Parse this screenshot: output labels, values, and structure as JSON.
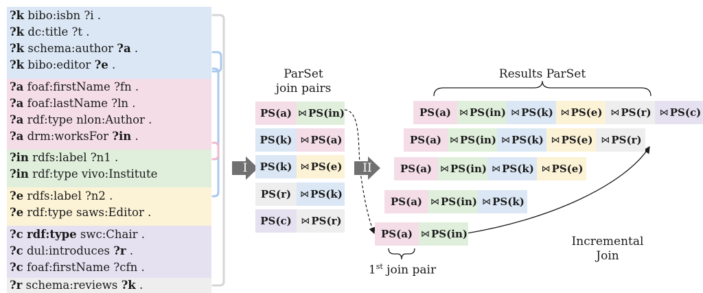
{
  "colors": {
    "k": "#dbe7f5",
    "a": "#f4dde7",
    "in": "#e0efdc",
    "e": "#fcf2d6",
    "c": "#e6e1f1",
    "r": "#eeeeee",
    "bracket_blue": "#a9c8ee",
    "bracket_pink": "#f0b8cc",
    "bracket_gray": "#d6d6d6",
    "arrow_gray": "#707070"
  },
  "triple_patterns": [
    {
      "group": "k",
      "subject": "?k",
      "rest": " bibo:isbn ?i ."
    },
    {
      "group": "k",
      "subject": "?k",
      "rest": " dc:title ?t ."
    },
    {
      "group": "k",
      "subject": "?k",
      "rest": " schema:author ",
      "obj": "?a",
      "tail": " ."
    },
    {
      "group": "k",
      "subject": "?k",
      "rest": " bibo:editor ",
      "obj": "?e",
      "tail": " ."
    },
    {
      "group": "a",
      "subject": "?a",
      "rest": " foaf:firstName ?fn ."
    },
    {
      "group": "a",
      "subject": "?a",
      "rest": " foaf:lastName ?ln ."
    },
    {
      "group": "a",
      "subject": "?a",
      "rest": " rdf:type nlon:Author ."
    },
    {
      "group": "a",
      "subject": "?a",
      "rest": " drm:worksFor ",
      "obj": "?in",
      "tail": " ."
    },
    {
      "group": "in",
      "subject": "?in",
      "rest": " rdfs:label ?n1 ."
    },
    {
      "group": "in",
      "subject": "?in",
      "rest": " rdf:type vivo:Institute"
    },
    {
      "group": "e",
      "subject": "?e",
      "rest": " rdfs:label ?n2 ."
    },
    {
      "group": "e",
      "subject": "?e",
      "rest": " rdf:type saws:Editor ."
    },
    {
      "group": "c",
      "subject": "?c",
      "rest": " ",
      "pred": "rdf:type",
      "rest2": " swc:Chair ."
    },
    {
      "group": "c",
      "subject": "?c",
      "rest": " dul:introduces ",
      "obj": "?r",
      "tail": " ."
    },
    {
      "group": "c",
      "subject": "?c",
      "rest": " foaf:firstName ?cfn ."
    },
    {
      "group": "r",
      "subject": "?r",
      "rest": " schema:reviews ",
      "obj": "?k",
      "tail": " ."
    }
  ],
  "stage_labels": [
    "I",
    "II"
  ],
  "parset_title": [
    "ParSet",
    "join pairs"
  ],
  "join_op": "⋈",
  "join_pairs": [
    [
      "PS(a)",
      "PS(in)"
    ],
    [
      "PS(k)",
      "PS(a)"
    ],
    [
      "PS(k)",
      "PS(e)"
    ],
    [
      "PS(r)",
      "PS(k)"
    ],
    [
      "PS(c)",
      "PS(r)"
    ]
  ],
  "results_title": "Results ParSet",
  "result_rows": [
    [
      "PS(a)",
      "PS(in)"
    ],
    [
      "PS(a)",
      "PS(in)",
      "PS(k)"
    ],
    [
      "PS(a)",
      "PS(in)",
      "PS(k)",
      "PS(e)"
    ],
    [
      "PS(a)",
      "PS(in)",
      "PS(k)",
      "PS(e)",
      "PS(r)"
    ],
    [
      "PS(a)",
      "PS(in)",
      "PS(k)",
      "PS(e)",
      "PS(r)",
      "PS(c)"
    ]
  ],
  "first_join_label": {
    "num": "1",
    "sup": "st",
    "text": " join pair"
  },
  "incremental_label": [
    "Incremental",
    "Join"
  ]
}
